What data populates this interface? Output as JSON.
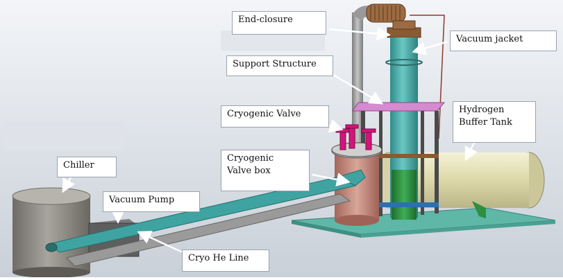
{
  "labels": {
    "end_closure": "End-closure",
    "vacuum_jacket": "Vacuum jacket",
    "support_structure": "Support Structure",
    "cryogenic_valve": "Cryogenic Valve",
    "hydrogen_buffer_tank_line1": "Hydrogen",
    "hydrogen_buffer_tank_line2": "Buffer Tank",
    "cryogenic_valve_box_line1": "Cryogenic",
    "cryogenic_valve_box_line2": "Valve box",
    "chiller": "Chiller",
    "vacuum_pump": "Vacuum Pump",
    "cryo_he_line": "Cryo He Line"
  },
  "colors": {
    "background_top": "#eef1f5",
    "background_bottom": "#cfd5dd",
    "chiller": "#8f8c86",
    "pipe_teal": "#3fa3a1",
    "pipe_grey": "#9a9a9a",
    "vacuum_jacket": "#4aa8a4",
    "valve_box": "#c98b7e",
    "valve_magenta": "#d1167a",
    "hydrogen_tank": "#e6e2b8",
    "base_plate": "#5fb7a8",
    "support_plate": "#d68ad0",
    "bracket_green": "#2e8f3f",
    "bracket_brown": "#8a5a32",
    "arrow": "#ffffff"
  }
}
